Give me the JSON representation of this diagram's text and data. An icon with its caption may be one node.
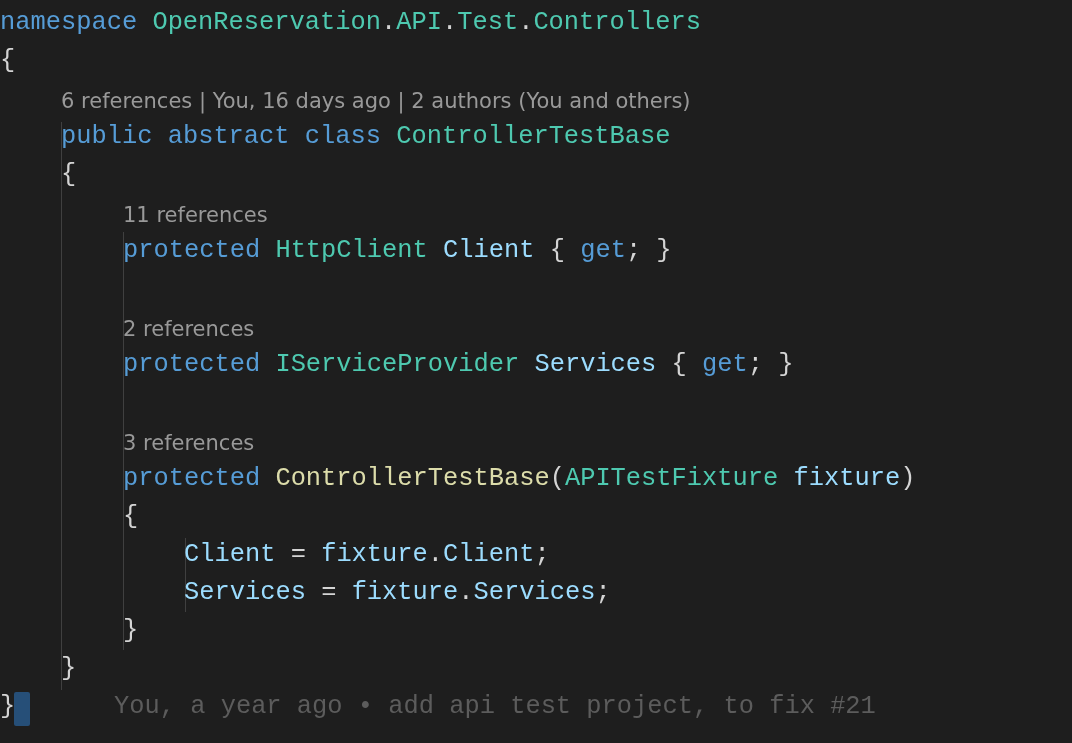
{
  "diagram": {
    "labels": [
      "namespace OpenReservation.API.Test.Controllers",
      "{",
      "6 references | You, 16 days ago | 2 authors (You and others)",
      "public abstract class ControllerTestBase",
      "{",
      "11 references",
      "protected HttpClient Client { get; }",
      "2 references",
      "protected IServiceProvider Services { get; }",
      "3 references",
      "protected ControllerTestBase(APITestFixture fixture)",
      "{",
      "Client = fixture.Client;",
      "Services = fixture.Services;",
      "}",
      "}",
      "}",
      "You, a year ago • add api test project, to fix #21"
    ]
  }
}
